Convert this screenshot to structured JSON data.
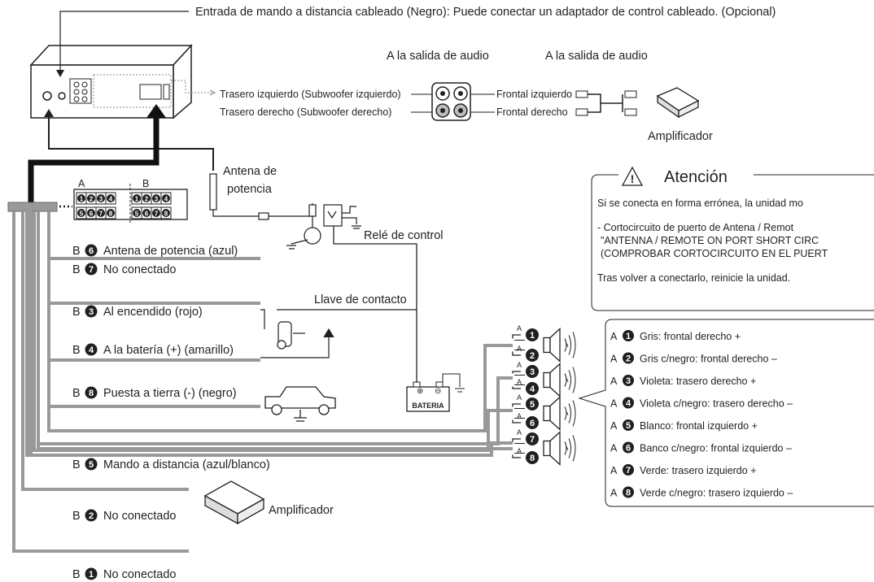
{
  "top_note": "Entrada de mando a distancia cableado (Negro): Puede conectar un adaptador de control cableado. (Opcional)",
  "audio_out_left": "A la salida de audio",
  "audio_out_right": "A la salida de audio",
  "rear_left": "Trasero izquierdo (Subwoofer izquierdo)",
  "rear_right": "Trasero derecho (Subwoofer derecho)",
  "front_left": "Frontal izquierdo",
  "front_right": "Frontal derecho",
  "amp_top": "Amplificador",
  "antenna_l1": "Antena de",
  "antenna_l2": "potencia",
  "relay": "Relé de control",
  "conn_a": "A",
  "conn_b": "B",
  "conn_nums": [
    "1",
    "2",
    "3",
    "4",
    "1",
    "2",
    "3",
    "4",
    "5",
    "6",
    "7",
    "8",
    "5",
    "6",
    "7",
    "8"
  ],
  "ignition_key": "Llave de contacto",
  "battery": "BATERIA",
  "amp_bottom": "Amplificador",
  "wires_b": [
    {
      "prefix": "B",
      "num": "6",
      "text": "Antena de potencia (azul)"
    },
    {
      "prefix": "B",
      "num": "7",
      "text": "No conectado"
    },
    {
      "prefix": "B",
      "num": "3",
      "text": "Al encendido (rojo)"
    },
    {
      "prefix": "B",
      "num": "4",
      "text": "A la batería (+) (amarillo)"
    },
    {
      "prefix": "B",
      "num": "8",
      "text": "Puesta a tierra (-) (negro)"
    },
    {
      "prefix": "B",
      "num": "5",
      "text": "Mando a distancia (azul/blanco)"
    },
    {
      "prefix": "B",
      "num": "2",
      "text": "No conectado"
    },
    {
      "prefix": "B",
      "num": "1",
      "text": "No conectado"
    }
  ],
  "caution": {
    "title": "Atención",
    "line1": "Si se conecta en forma errónea, la unidad mo",
    "line2": "- Cortocircuito de puerto de Antena / Remot",
    "line3": "\"ANTENNA / REMOTE ON PORT SHORT CIRC",
    "line4": "(COMPROBAR CORTOCIRCUITO EN EL PUERT",
    "line5": "Tras volver a conectarlo, reinicie la unidad."
  },
  "speaker_nums": [
    "1",
    "2",
    "3",
    "4",
    "5",
    "6",
    "7",
    "8"
  ],
  "speaker_tag": "A",
  "speakers": [
    {
      "prefix": "A",
      "num": "1",
      "text": "Gris: frontal derecho +"
    },
    {
      "prefix": "A",
      "num": "2",
      "text": "Gris c/negro: frontal derecho –"
    },
    {
      "prefix": "A",
      "num": "3",
      "text": "Violeta: trasero derecho +"
    },
    {
      "prefix": "A",
      "num": "4",
      "text": "Violeta c/negro: trasero derecho –"
    },
    {
      "prefix": "A",
      "num": "5",
      "text": "Blanco: frontal izquierdo +"
    },
    {
      "prefix": "A",
      "num": "6",
      "text": "Banco c/negro: frontal izquierdo –"
    },
    {
      "prefix": "A",
      "num": "7",
      "text": "Verde: trasero izquierdo +"
    },
    {
      "prefix": "A",
      "num": "8",
      "text": "Verde c/negro: trasero izquierdo –"
    }
  ]
}
